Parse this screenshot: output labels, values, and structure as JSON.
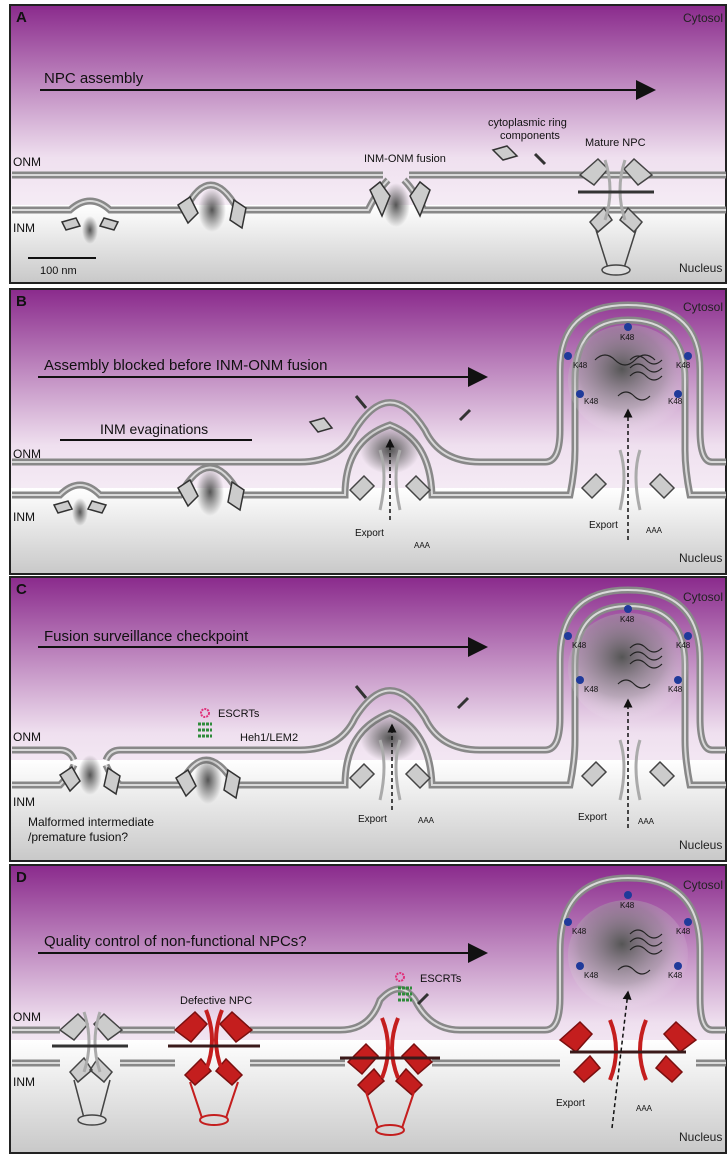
{
  "panels": [
    {
      "letter": "A",
      "title": "NPC assembly",
      "cytosol": "Cytosol",
      "nucleus": "Nucleus",
      "onm": "ONM",
      "inm": "INM",
      "scale": "100 nm",
      "label_fusion": "INM-ONM fusion",
      "label_cyto_ring_1": "cytoplasmic ring",
      "label_cyto_ring_2": "components",
      "label_mature": "Mature NPC"
    },
    {
      "letter": "B",
      "title": "Assembly blocked before INM-ONM fusion",
      "cytosol": "Cytosol",
      "nucleus": "Nucleus",
      "onm": "ONM",
      "inm": "INM",
      "label_evaginations": "INM evaginations",
      "export": "Export",
      "aaa": "AAA",
      "k48": "K48"
    },
    {
      "letter": "C",
      "title": "Fusion surveillance checkpoint",
      "cytosol": "Cytosol",
      "nucleus": "Nucleus",
      "onm": "ONM",
      "inm": "INM",
      "label_escrts": "ESCRTs",
      "label_heh": "Heh1/LEM2",
      "label_malformed_1": "Malformed intermediate",
      "label_malformed_2": "/premature fusion?",
      "export": "Export",
      "aaa": "AAA",
      "k48": "K48"
    },
    {
      "letter": "D",
      "title": "Quality control of non-functional NPCs?",
      "cytosol": "Cytosol",
      "nucleus": "Nucleus",
      "onm": "ONM",
      "inm": "INM",
      "label_defective": "Defective NPC",
      "label_escrts": "ESCRTs",
      "export": "Export",
      "aaa": "AAA",
      "k48": "K48"
    }
  ],
  "colors": {
    "cytosol_top": "#8a2a8c",
    "membrane": "#9a9a9a",
    "defective": "#c41e1e",
    "ubiquitin": "#1f3a9a",
    "escrt": "#2e8b3a",
    "escrt_flower": "#e0307a"
  }
}
